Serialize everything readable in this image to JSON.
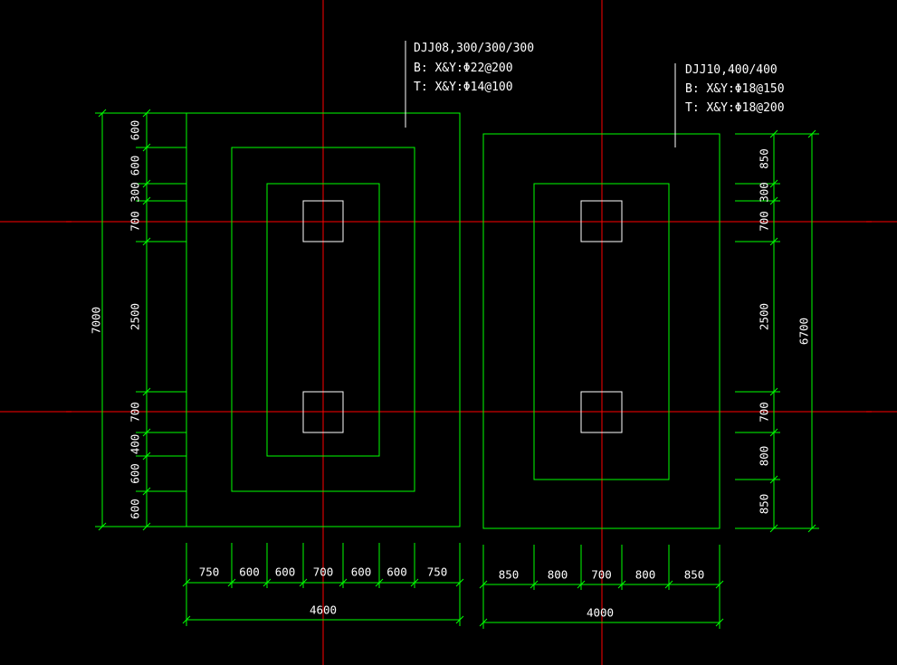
{
  "colors": {
    "background": "#000000",
    "outline": "#00ff00",
    "axis": "#ff0000",
    "column": "#ffffff",
    "text": "#ffffff"
  },
  "footing_a": {
    "label": {
      "line1": "DJJ08,300/300/300",
      "line2": "B: X&Y:Φ22@200",
      "line3": "T: X&Y:Φ14@100"
    },
    "left_dims": [
      "600",
      "600",
      "300",
      "700",
      "2500",
      "700",
      "400",
      "600",
      "600"
    ],
    "total_height": "7000",
    "bottom_dims": [
      "750",
      "600",
      "600",
      "700",
      "600",
      "600",
      "750"
    ],
    "total_width": "4600"
  },
  "footing_b": {
    "label": {
      "line1": "DJJ10,400/400",
      "line2": "B: X&Y:Φ18@150",
      "line3": "T: X&Y:Φ18@200"
    },
    "right_dims": [
      "850",
      "300",
      "700",
      "2500",
      "700",
      "800",
      "850"
    ],
    "total_height": "6700",
    "bottom_dims": [
      "850",
      "800",
      "700",
      "800",
      "850"
    ],
    "total_width": "4000"
  }
}
